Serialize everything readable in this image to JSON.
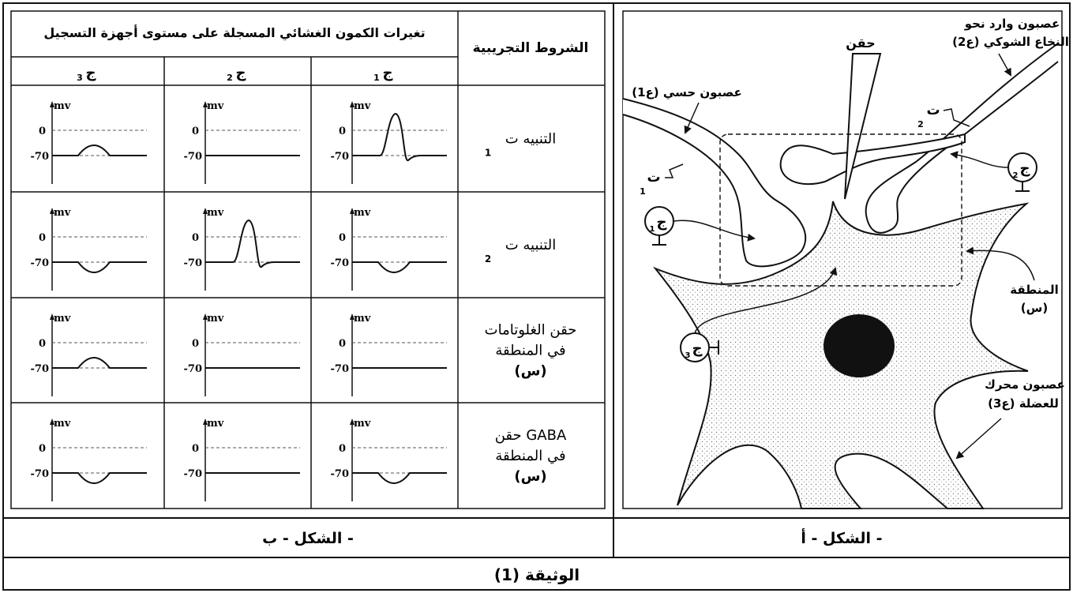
{
  "document": {
    "title": "الوثيقة (1)",
    "figure_a_caption": "الشكل - أ -",
    "figure_b_caption": "الشكل - ب -"
  },
  "figure_a": {
    "labels": {
      "injection": "حقن",
      "afferent_line1": "عصبون وارد نحو",
      "afferent_line2": "النخاع الشوكي (ع2)",
      "sensory": "عصبون حسي (ع1)",
      "t1": "ت",
      "t1_sub": "1",
      "t2": "ت",
      "t2_sub": "2",
      "j1": "ج",
      "j1_sub": "1",
      "j2": "ج",
      "j2_sub": "2",
      "j3": "ج",
      "j3_sub": "3",
      "region_line1": "المنطقة",
      "region_line2": "(س)",
      "motor_line1": "عصبون محرك",
      "motor_line2": "للعضلة (ع3)"
    }
  },
  "figure_b": {
    "header_conditions": "الشروط التجريبية",
    "header_recordings": "تغيرات الكمون الغشائي المسجلة على مستوى أجهزة التسجيل",
    "columns": [
      {
        "label": "ج",
        "sub": "1"
      },
      {
        "label": "ج",
        "sub": "2"
      },
      {
        "label": "ج",
        "sub": "3"
      }
    ],
    "rows": [
      {
        "condition_line1": "التنبيه ت",
        "condition_sub": "1",
        "condition_line2": "",
        "condition_line3": ""
      },
      {
        "condition_line1": "التنبيه ت",
        "condition_sub": "2",
        "condition_line2": "",
        "condition_line3": ""
      },
      {
        "condition_line1": "حقن الغلوتامات",
        "condition_sub": "",
        "condition_line2": "في المنطقة",
        "condition_line3": "(س)"
      },
      {
        "condition_line1": "حقن GABA",
        "condition_sub": "",
        "condition_line2": "في المنطقة",
        "condition_line3": "(س)"
      }
    ],
    "graph_axis": {
      "unit": "mv",
      "zero": "0",
      "rest": "-70"
    },
    "graphs": [
      [
        "action_potential",
        "flat",
        "epsp"
      ],
      [
        "ipsp",
        "action_potential",
        "ipsp"
      ],
      [
        "flat",
        "flat",
        "epsp"
      ],
      [
        "ipsp",
        "flat",
        "ipsp"
      ]
    ]
  }
}
